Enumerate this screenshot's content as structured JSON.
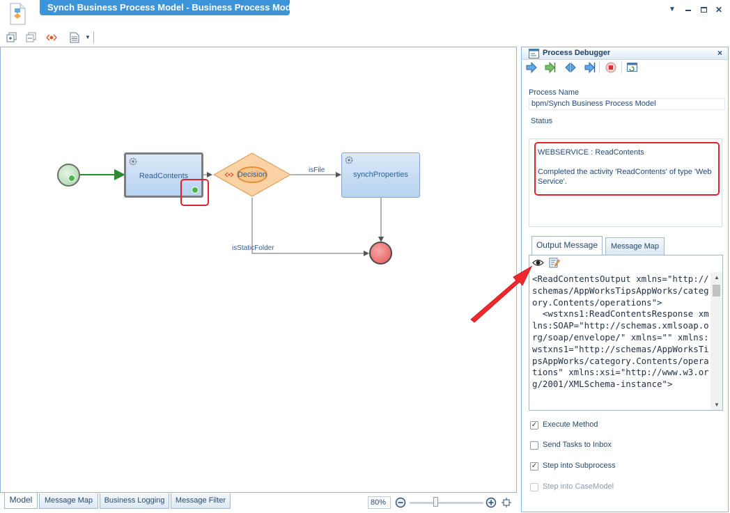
{
  "window": {
    "title": "Synch Business Process Model - Business Process Model",
    "controls": [
      "menu-dropdown",
      "minimize",
      "maximize",
      "close"
    ]
  },
  "canvas": {
    "nodes": {
      "task1": "ReadContents",
      "decision": "Decision",
      "task2": "synchProperties"
    },
    "edges": {
      "is_file": "isFile",
      "is_static_folder": "isStaticFolder"
    }
  },
  "bottom_tabs": [
    "Model",
    "Message Map",
    "Business Logging",
    "Message Filter"
  ],
  "zoom": {
    "value": "80%"
  },
  "debugger": {
    "title": "Process Debugger",
    "process_name_label": "Process Name",
    "process_name_value": "bpm/Synch Business Process Model",
    "status_label": "Status",
    "status_line1": "WEBSERVICE : ReadContents",
    "status_line2": "Completed the activity 'ReadContents' of type 'Web Service'.",
    "tabs": [
      "Output Message",
      "Message Map"
    ],
    "output_xml": "<ReadContentsOutput xmlns=\"http://schemas/AppWorksTipsAppWorks/category.Contents/operations\">\n  <wstxns1:ReadContentsResponse xmlns:SOAP=\"http://schemas.xmlsoap.org/soap/envelope/\" xmlns=\"\" xmlns:wstxns1=\"http://schemas/AppWorksTipsAppWorks/category.Contents/operations\" xmlns:xsi=\"http://www.w3.org/2001/XMLSchema-instance\">",
    "options": [
      {
        "label": "Execute Method",
        "checked": true,
        "disabled": false
      },
      {
        "label": "Send Tasks to Inbox",
        "checked": false,
        "disabled": false
      },
      {
        "label": "Step into Subprocess",
        "checked": true,
        "disabled": false
      },
      {
        "label": "Step into CaseModel",
        "checked": false,
        "disabled": true
      }
    ]
  },
  "colors": {
    "accent": "#3d95d9",
    "highlight": "#e0222a",
    "task_fill": "#c6dcf4",
    "decision_fill": "#fbd4a6"
  }
}
